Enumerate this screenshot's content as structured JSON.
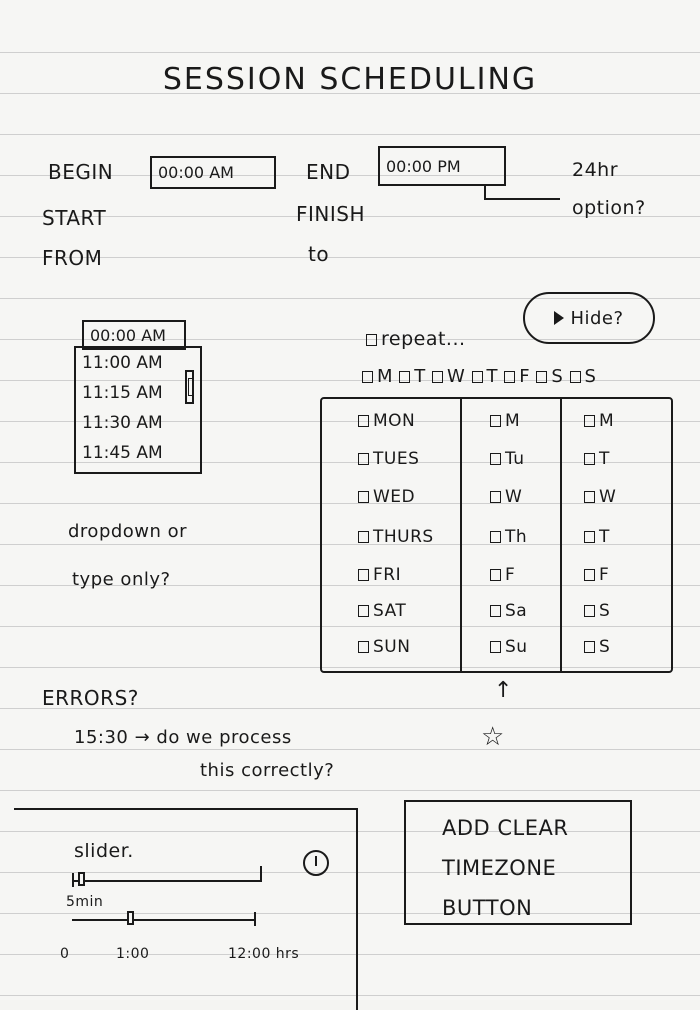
{
  "title": "SESSION SCHEDULING",
  "begin": {
    "label": "BEGIN",
    "value": "00:00 AM"
  },
  "end": {
    "label": "END",
    "value": "00:00 PM"
  },
  "alt_labels": {
    "start": "START",
    "from": "FROM",
    "finish": "FINISH",
    "to": "to"
  },
  "notes": {
    "option_24hr_line1": "24hr",
    "option_24hr_line2": "option?",
    "dropdown_q_line1": "dropdown or",
    "dropdown_q_line2": "type only?",
    "errors_title": "ERRORS?",
    "errors_line1": "15:30 → do we process",
    "errors_line2": "this correctly?",
    "up_arrow": "↑",
    "star": "☆"
  },
  "dropdown": {
    "selected": "00:00 AM",
    "options": [
      "11:00 AM",
      "11:15 AM",
      "11:30 AM",
      "11:45 AM"
    ]
  },
  "repeat": {
    "label": "repeat...",
    "hide_label": "Hide?"
  },
  "day_letters": [
    "M",
    "T",
    "W",
    "T",
    "F",
    "S",
    "S"
  ],
  "days_table": {
    "col1": [
      "MON",
      "TUES",
      "WED",
      "THURS",
      "FRI",
      "SAT",
      "SUN"
    ],
    "col2": [
      "M",
      "Tu",
      "W",
      "Th",
      "F",
      "Sa",
      "Su"
    ],
    "col3": [
      "M",
      "T",
      "W",
      "T",
      "F",
      "S",
      "S"
    ]
  },
  "todo": {
    "line1": "ADD CLEAR",
    "line2": "TIMEZONE",
    "line3": "BUTTON"
  },
  "slider": {
    "title": "slider.",
    "sub_label": "5min",
    "tick_0": "0",
    "tick_mid": "1:00",
    "tick_max": "12:00 hrs",
    "slider1_level": 0.03,
    "slider2_level": 0.3
  }
}
